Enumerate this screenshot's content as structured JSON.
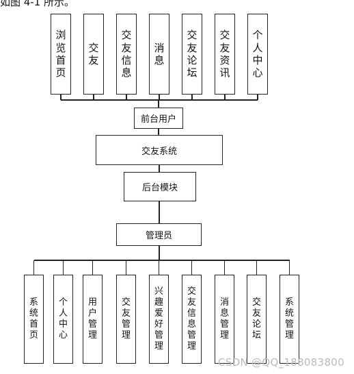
{
  "header": {
    "text": "如图 4-1 所示。"
  },
  "front": {
    "modules": [
      "浏览首页",
      "交友",
      "交友信息",
      "消息",
      "交友论坛",
      "交友资讯",
      "个人中心"
    ],
    "role": "前台用户"
  },
  "system": {
    "name": "交友系统"
  },
  "backend": {
    "name": "后台模块"
  },
  "admin": {
    "role": "管理员",
    "modules": [
      "系统首页",
      "个人中心",
      "用户管理",
      "交友管理",
      "兴趣爱好管理",
      "交友信息管理",
      "消息管理",
      "交友论坛",
      "系统管理"
    ]
  },
  "watermark": {
    "text": "CSDN @QQ_188083800"
  }
}
